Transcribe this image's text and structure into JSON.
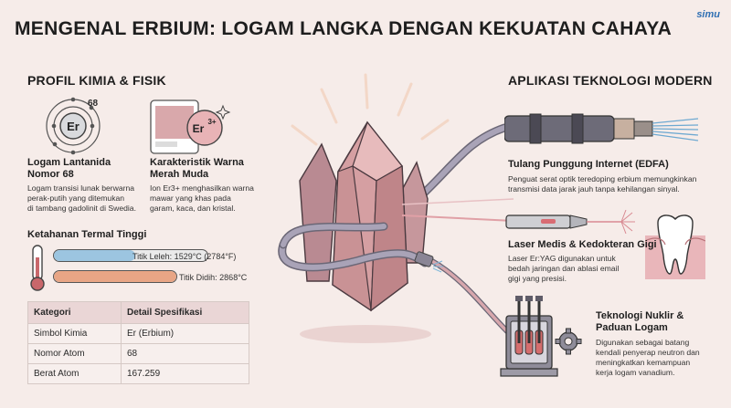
{
  "title": "MENGENAL ERBIUM: LOGAM LANGKA DENGAN KEKUATAN CAHAYA",
  "brand": "simu",
  "left": {
    "heading": "PROFIL KIMIA & FISIK",
    "atom": {
      "symbol": "Er",
      "number": "68",
      "title_line1": "Logam Lantanida",
      "title_line2": "Nomor 68",
      "desc_line1": "Logam transisi lunak berwarna",
      "desc_line2": "perak-putih yang ditemukan",
      "desc_line3": "di tambang gadolinit di Swedia."
    },
    "color": {
      "ion": "Er",
      "charge": "3+",
      "title_line1": "Karakteristik Warna",
      "title_line2": "Merah Muda",
      "desc_line1": "Ion Er3+ menghasilkan warna",
      "desc_line2": "mawar yang khas pada",
      "desc_line3": "garam, kaca, dan kristal."
    },
    "thermal": {
      "heading": "Ketahanan Termal Tinggi",
      "melt_label": "Titik Leleh: 1529°C (2784°F)",
      "boil_label": "Titik Didih: 2868°C",
      "melt_fraction": 0.53,
      "boil_fraction": 1.0
    },
    "table": {
      "headers": [
        "Kategori",
        "Detail Spesifikasi"
      ],
      "rows": [
        [
          "Simbol Kimia",
          "Er (Erbium)"
        ],
        [
          "Nomor Atom",
          "68"
        ],
        [
          "Berat Atom",
          "167.259"
        ]
      ]
    }
  },
  "right": {
    "heading": "APLIKASI TEKNOLOGI MODERN",
    "apps": [
      {
        "title_line1": "Tulang Punggung Internet (EDFA)",
        "desc_line1": "Penguat serat optik teredoping erbium memungkinkan",
        "desc_line2": "transmisi data jarak jauh tanpa kehilangan sinyal."
      },
      {
        "title_line1": "Laser Medis & Kedokteran Gigi",
        "desc_line1": "Laser Er:YAG digunakan untuk",
        "desc_line2": "bedah jaringan dan ablasi email",
        "desc_line3": "gigi yang presisi."
      },
      {
        "title_line1": "Teknologi Nuklir &",
        "title_line2": "Paduan Logam",
        "desc_line1": "Digunakan sebagai batang",
        "desc_line2": "kendali penyerap neutron dan",
        "desc_line3": "meningkatkan kemampuan",
        "desc_line4": "kerja logam vanadium."
      }
    ]
  },
  "colors": {
    "background": "#f6ece9",
    "crystal": "#c98f92",
    "bar_melt": "#9cc5e0",
    "bar_boil": "#e8a585",
    "accent_pink": "#e9b6ba"
  }
}
